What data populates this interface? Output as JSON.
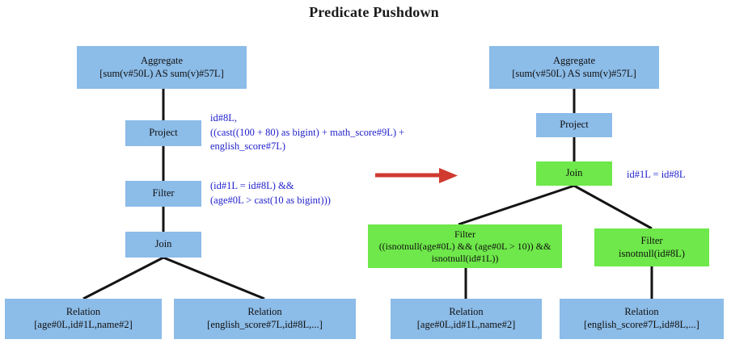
{
  "title": "Predicate Pushdown",
  "colors": {
    "blue_node": "#8CBCE8",
    "green_node": "#6EE84A",
    "annotation_text": "#2222CC",
    "arrow": "#D03A2F",
    "edge": "#141414",
    "title_text": "#1A1A1A",
    "background": "#FFFFFF"
  },
  "left_plan": {
    "caption": "logical-plan-before-pushdown",
    "nodes": {
      "aggregate": {
        "line1": "Aggregate",
        "line2": "[sum(v#50L) AS sum(v)#57L]"
      },
      "project": {
        "line1": "Project"
      },
      "filter": {
        "line1": "Filter"
      },
      "join": {
        "line1": "Join"
      },
      "relation_left": {
        "line1": "Relation",
        "line2": "[age#0L,id#1L,name#2]"
      },
      "relation_right": {
        "line1": "Relation",
        "line2": "[english_score#7L,id#8L,...]"
      }
    },
    "annotations": {
      "project": [
        "id#8L,",
        "((cast((100 + 80) as bigint) + math_score#9L) +",
        "english_score#7L)"
      ],
      "filter": [
        "(id#1L = id#8L) &&",
        "(age#0L > cast(10 as bigint)))"
      ]
    }
  },
  "right_plan": {
    "caption": "logical-plan-after-pushdown",
    "nodes": {
      "aggregate": {
        "line1": "Aggregate",
        "line2": "[sum(v#50L) AS sum(v)#57L]"
      },
      "project": {
        "line1": "Project"
      },
      "join": {
        "line1": "Join"
      },
      "filter_left": {
        "line1": "Filter",
        "line2": "((isnotnull(age#0L) && (age#0L > 10)) && isnotnull(id#1L))"
      },
      "filter_right": {
        "line1": "Filter",
        "line2": "isnotnull(id#8L)"
      },
      "relation_left": {
        "line1": "Relation",
        "line2": "[age#0L,id#1L,name#2]"
      },
      "relation_right": {
        "line1": "Relation",
        "line2": "[english_score#7L,id#8L,...]"
      }
    },
    "annotations": {
      "join": [
        "id#1L = id#8L"
      ]
    }
  },
  "transform_arrow": {
    "label": "transformation-arrow",
    "direction": "right"
  }
}
